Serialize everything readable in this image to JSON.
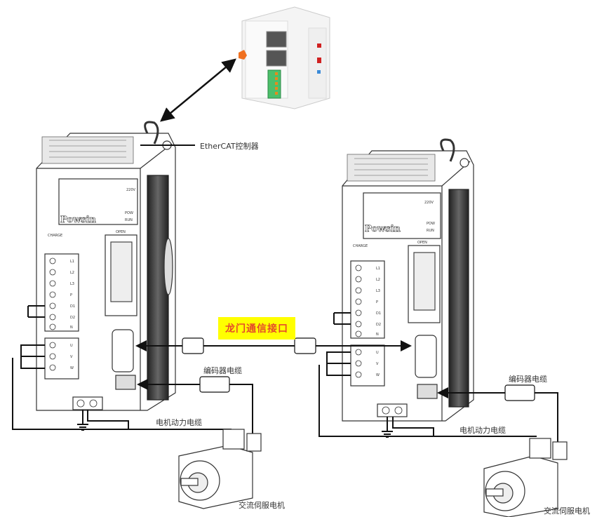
{
  "diagram": {
    "title_labels": {
      "controller": "EtherCAT控制器",
      "gantry_port": "龙门通信接口",
      "encoder_cable_left": "编码器电缆",
      "encoder_cable_right": "编码器电缆",
      "power_cable_left": "电机动力电缆",
      "power_cable_right": "电机动力电缆",
      "motor_left": "交流伺服电机",
      "motor_right": "交流伺服电机"
    },
    "drives": [
      {
        "brand": "Powsin",
        "voltage": "220V",
        "pow": "POW",
        "run": "RUN",
        "charge": "CHARGE",
        "open": "OPEN",
        "terminals": [
          "L1",
          "L2",
          "L3",
          "P",
          "D1",
          "D2",
          "N"
        ],
        "motor_terminals": [
          "U",
          "V",
          "W"
        ]
      },
      {
        "brand": "Powsin",
        "voltage": "220V",
        "pow": "POW",
        "run": "RUN",
        "charge": "CHARGE",
        "open": "OPEN",
        "terminals": [
          "L1",
          "L2",
          "L3",
          "P",
          "D1",
          "D2",
          "N"
        ],
        "motor_terminals": [
          "U",
          "V",
          "W"
        ]
      }
    ],
    "colors": {
      "highlight_bg": "#ffff00",
      "highlight_text": "#e5482a",
      "line": "#111111",
      "controller_orange": "#f07020",
      "terminal_green": "#4cbf6a"
    }
  }
}
